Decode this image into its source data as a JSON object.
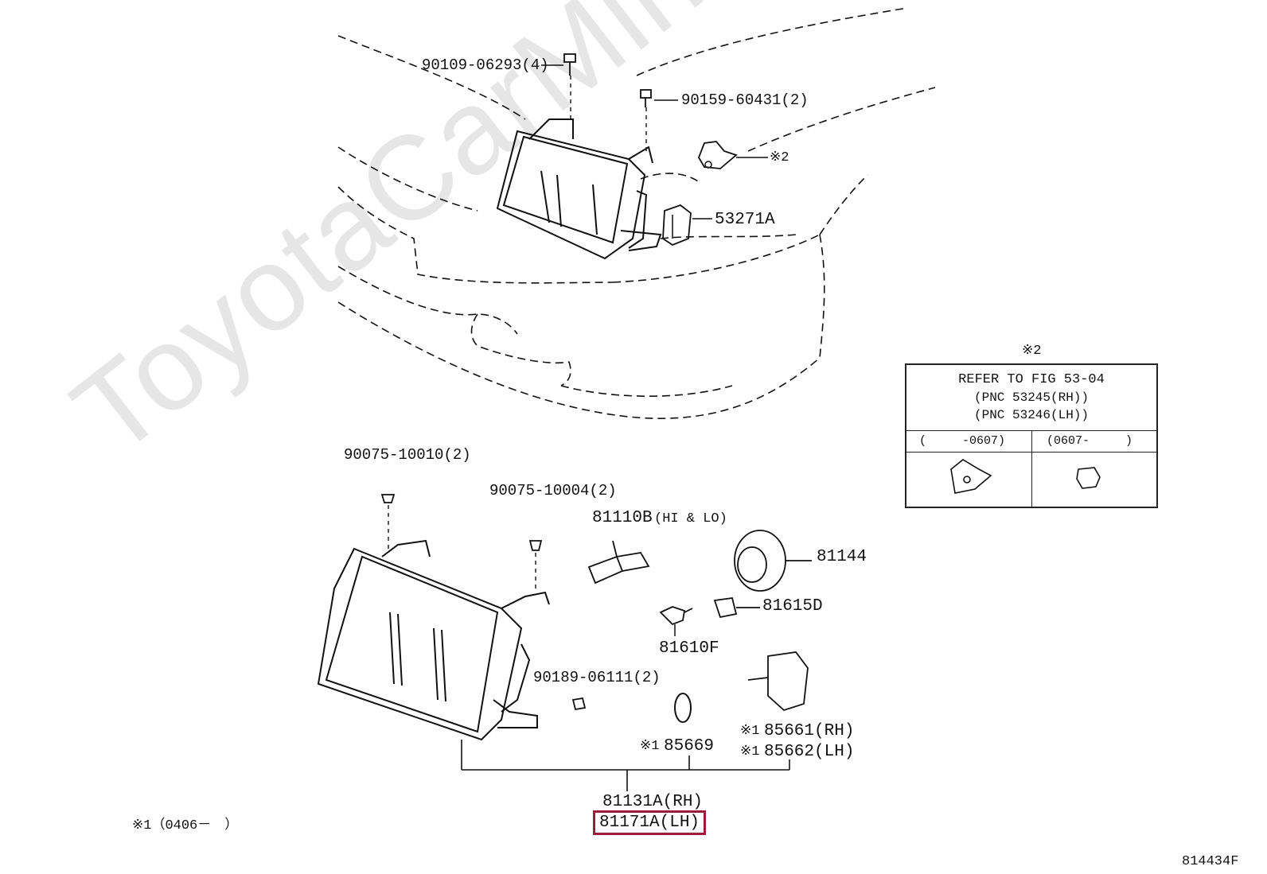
{
  "watermark": "ToyotaCarMine.ru",
  "figure_code": "814434F",
  "note_footer": "※1（0406－　）",
  "top_section": {
    "labels": {
      "bolt_a": "90109-06293(4)",
      "bolt_b": "90159-60431(2)",
      "bracket_ref": "※2",
      "retainer": "53271A"
    }
  },
  "ref_box": {
    "title_mark": "※2",
    "line1": "REFER TO FIG 53-04",
    "line2": "(PNC 53245(RH))",
    "line3": "(PNC 53246(LH))",
    "col_left": "(　　　-0607)",
    "col_right": "(0607-　　　)"
  },
  "parts": {
    "screw_a": "90075-10010(2)",
    "screw_b": "90075-10004(2)",
    "bulb_main": "81110B",
    "bulb_main_note": "(HI & LO)",
    "cover": "81144",
    "socket": "81615D",
    "bulb_small": "81610F",
    "nut": "90189-06111(2)",
    "gasket_mark": "※1",
    "gasket": "85669",
    "actuator_mark_rh": "※1",
    "actuator_rh": "85661(RH)",
    "actuator_mark_lh": "※1",
    "actuator_lh": "85662(LH)",
    "assy_rh": "81131A(RH)",
    "assy_lh": "81171A(LH)"
  }
}
